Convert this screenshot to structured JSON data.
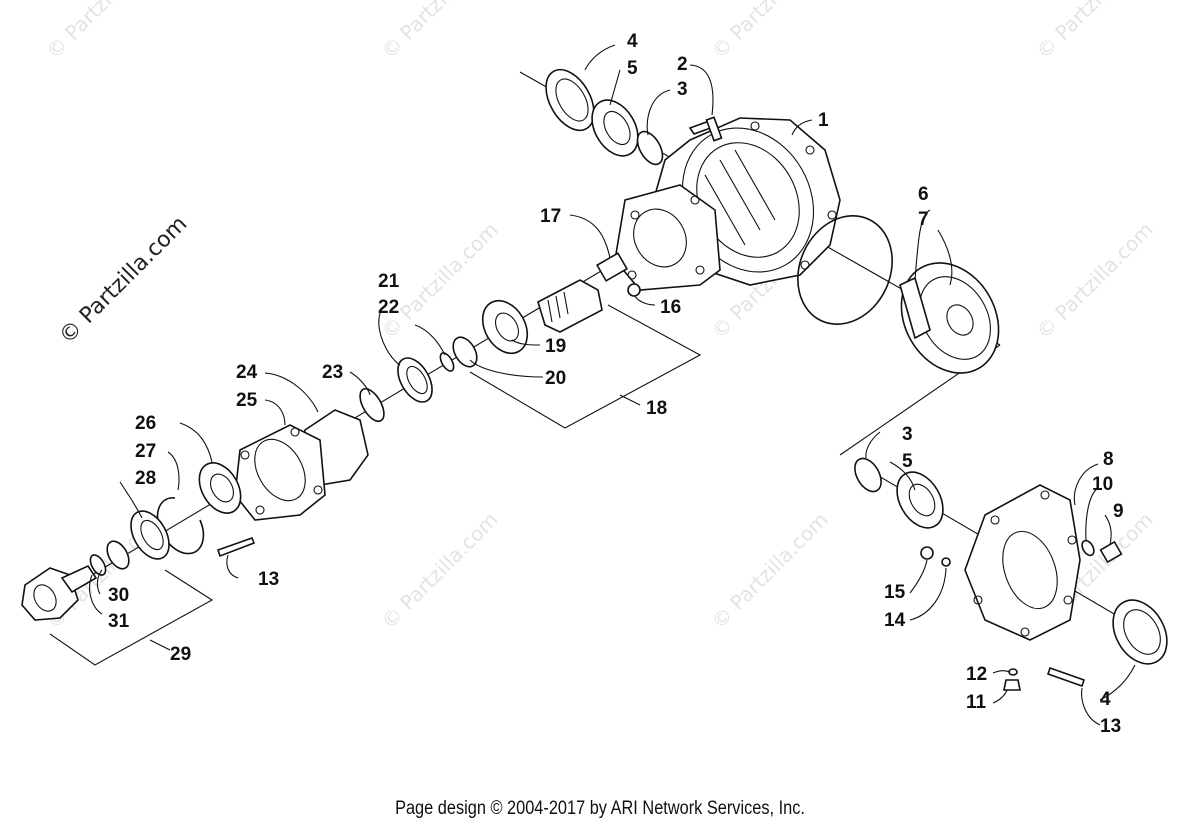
{
  "watermarks": {
    "large": "© Partzilla.com",
    "small": "© Partzilla.com"
  },
  "callouts": [
    {
      "id": "c1",
      "text": "1"
    },
    {
      "id": "c2",
      "text": "2"
    },
    {
      "id": "c3a",
      "text": "3"
    },
    {
      "id": "c4a",
      "text": "4"
    },
    {
      "id": "c5a",
      "text": "5"
    },
    {
      "id": "c6",
      "text": "6"
    },
    {
      "id": "c7",
      "text": "7"
    },
    {
      "id": "c16",
      "text": "16"
    },
    {
      "id": "c17",
      "text": "17"
    },
    {
      "id": "c18",
      "text": "18"
    },
    {
      "id": "c19",
      "text": "19"
    },
    {
      "id": "c20",
      "text": "20"
    },
    {
      "id": "c21",
      "text": "21"
    },
    {
      "id": "c22",
      "text": "22"
    },
    {
      "id": "c23",
      "text": "23"
    },
    {
      "id": "c24",
      "text": "24"
    },
    {
      "id": "c25",
      "text": "25"
    },
    {
      "id": "c26",
      "text": "26"
    },
    {
      "id": "c27",
      "text": "27"
    },
    {
      "id": "c28",
      "text": "28"
    },
    {
      "id": "c13a",
      "text": "13"
    },
    {
      "id": "c30",
      "text": "30"
    },
    {
      "id": "c31",
      "text": "31"
    },
    {
      "id": "c29",
      "text": "29"
    },
    {
      "id": "c3b",
      "text": "3"
    },
    {
      "id": "c5b",
      "text": "5"
    },
    {
      "id": "c8",
      "text": "8"
    },
    {
      "id": "c10",
      "text": "10"
    },
    {
      "id": "c9",
      "text": "9"
    },
    {
      "id": "c15",
      "text": "15"
    },
    {
      "id": "c14",
      "text": "14"
    },
    {
      "id": "c12",
      "text": "12"
    },
    {
      "id": "c11",
      "text": "11"
    },
    {
      "id": "c4b",
      "text": "4"
    },
    {
      "id": "c13b",
      "text": "13"
    }
  ],
  "footer": "Page design © 2004-2017 by ARI Network Services, Inc."
}
